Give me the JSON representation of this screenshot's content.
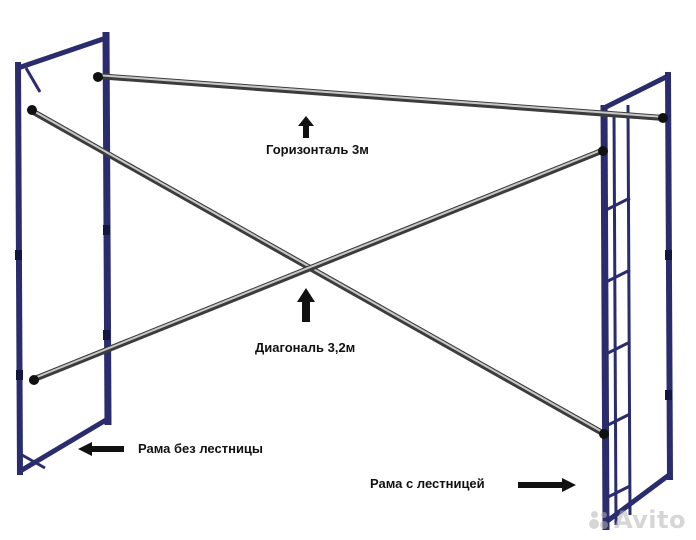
{
  "labels": {
    "horizontal": "Горизонталь 3м",
    "diagonal": "Диагональ 3,2м",
    "frame_without_ladder": "Рама без лестницы",
    "frame_with_ladder": "Рама с лестницей"
  },
  "watermark": {
    "text": "Avito"
  },
  "colors": {
    "frame": "#2a2c6e",
    "frame_dark": "#15163f",
    "tube": "#8a8a8a",
    "arrow": "#111111"
  },
  "icons": {
    "up_arrow": "arrow-up-icon",
    "left_arrow": "arrow-left-icon",
    "right_arrow": "arrow-right-icon"
  }
}
